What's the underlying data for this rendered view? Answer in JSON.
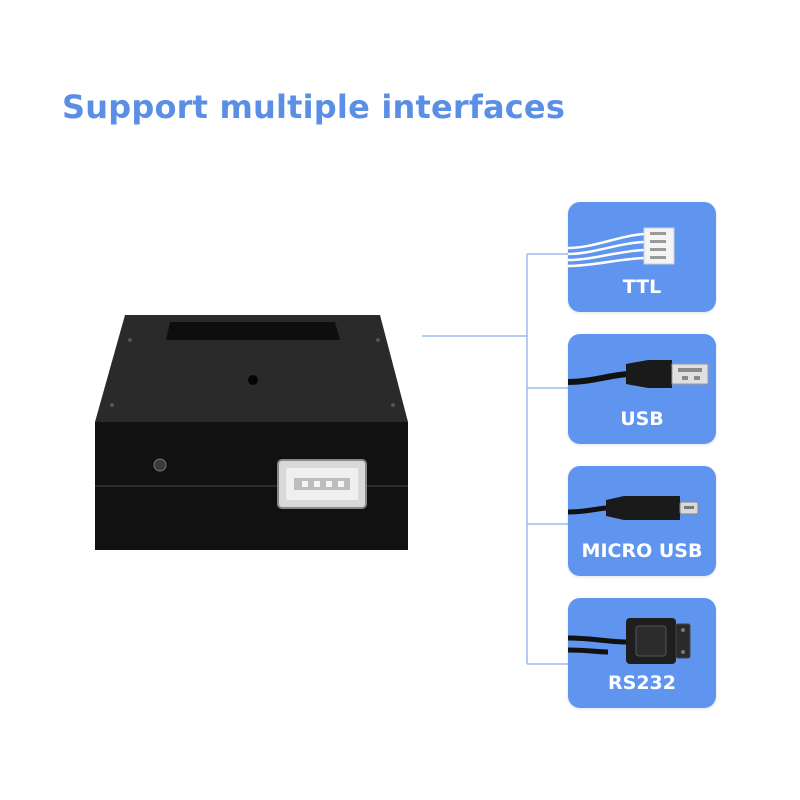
{
  "header": {
    "title": "Support multiple interfaces"
  },
  "interfaces": [
    {
      "label": "TTL",
      "icon": "ttl-cable-icon"
    },
    {
      "label": "USB",
      "icon": "usb-cable-icon"
    },
    {
      "label": "MICRO USB",
      "icon": "micro-usb-cable-icon"
    },
    {
      "label": "RS232",
      "icon": "rs232-cable-icon"
    }
  ],
  "colors": {
    "accent": "#5b8fe6",
    "card": "#5f95ee",
    "line": "#8fb2ec",
    "device": "#141414"
  }
}
